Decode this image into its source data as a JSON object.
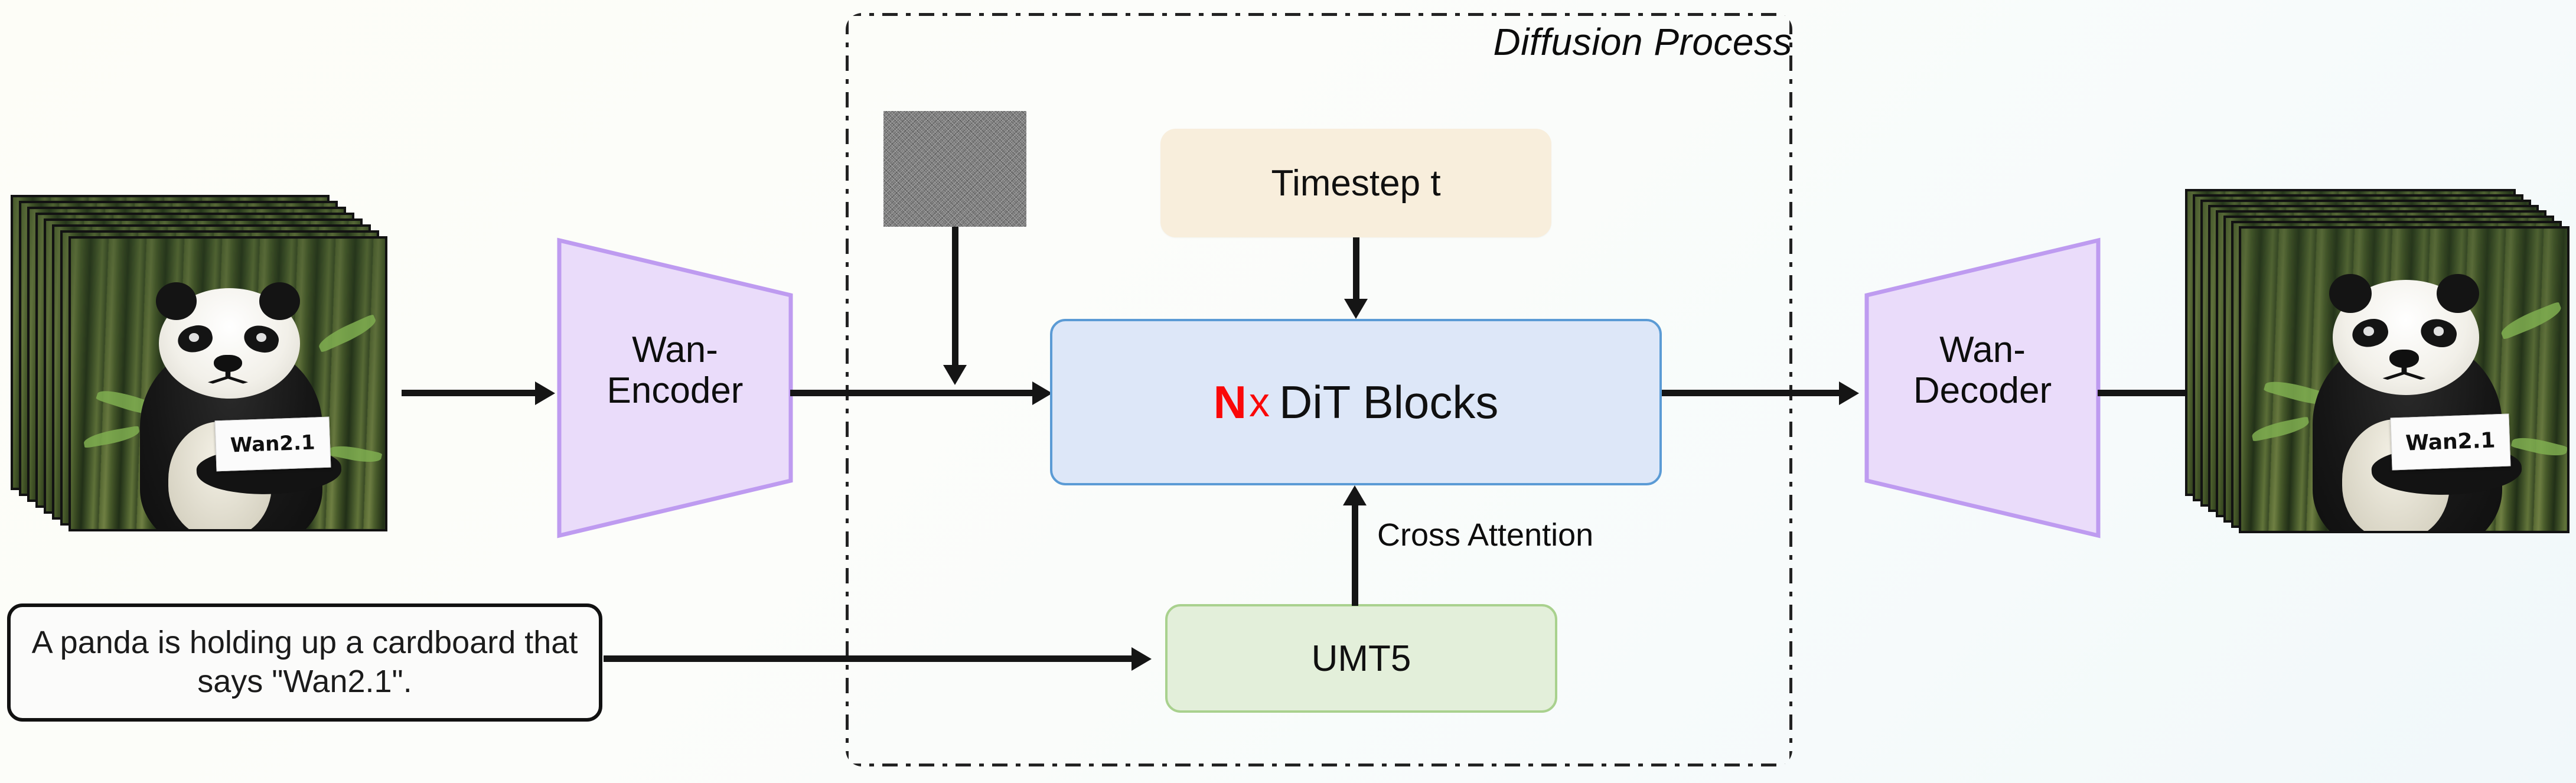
{
  "diagram": {
    "title": "Wan2.1 diffusion pipeline architecture",
    "group_label": "Diffusion Process",
    "background_gradient": [
      "#FDFDF7",
      "#F1F8FA"
    ]
  },
  "prompt": {
    "text": "A panda is holding up a cardboard that says \"Wan2.1\"."
  },
  "nodes": {
    "encoder": {
      "line1": "Wan-",
      "line2": "Encoder",
      "fill": "#EADCFA",
      "stroke": "#BE9BF0"
    },
    "decoder": {
      "line1": "Wan-",
      "line2": "Decoder",
      "fill": "#EADCFA",
      "stroke": "#BE9BF0"
    },
    "timestep": {
      "label": "Timestep t",
      "fill": "#F8EEDC"
    },
    "dit": {
      "prefix": "N",
      "times": "x",
      "label": "DiT Blocks",
      "fill": "#DDE7F8",
      "stroke": "#5B9BD5",
      "accent": "#FA0808"
    },
    "umt5": {
      "label": "UMT5",
      "fill": "#E3EFDA",
      "stroke": "#A9D18E"
    },
    "noise": {
      "label": "noise-patch"
    }
  },
  "edges": {
    "cross_attention": "Cross Attention"
  },
  "media": {
    "input_clip": {
      "card_text": "Wan2.1",
      "frames": 8
    },
    "output_clip": {
      "card_text": "Wan2.1",
      "frames": 8
    }
  }
}
